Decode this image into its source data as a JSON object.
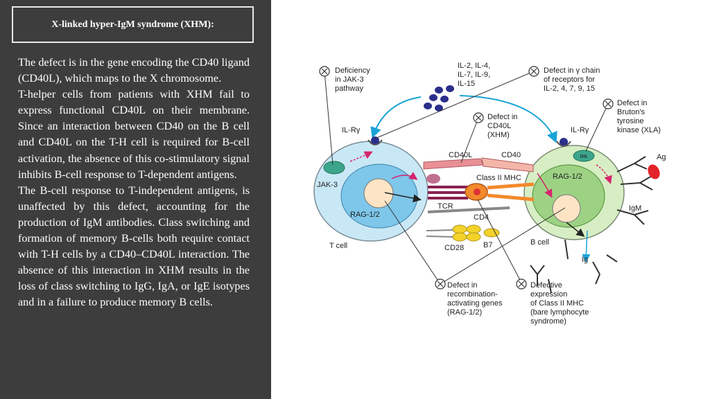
{
  "slide": {
    "title": "X-linked hyper-IgM syndrome (XHM):",
    "paragraphs": [
      "The defect is in the gene encoding the CD40 ligand (CD40L), which maps to the X chromosome.",
      "T-helper cells from patients with XHM fail to express functional CD40L on their membrane. Since an interaction between CD40 on the B cell and CD40L on the T-H cell is required for B-cell activation, the absence of this co-stimulatory signal inhibits B-cell response to T-dependent antigens.",
      "The B-cell response to T-independent antigens, is unaffected by this defect, accounting for the production of IgM antibodies. Class switching and formation of memory B-cells both require contact with T-H cells by a CD40–CD40L interaction. The absence of this interaction in XHM results in the loss of class switching to IgG, IgA, or IgE isotypes and in a failure to produce memory B cells."
    ]
  },
  "figure": {
    "defect_jak3": [
      "Deficiency",
      "in JAK-3",
      "pathway"
    ],
    "cytokines": [
      "IL-2, IL-4,",
      "IL-7, IL-9,",
      "IL-15"
    ],
    "defect_gamma": [
      "Defect in γ chain",
      "of receptors for",
      "IL-2, 4, 7, 9, 15"
    ],
    "defect_cd40l": [
      "Defect in",
      "CD40L",
      "(XHM)"
    ],
    "defect_btk": [
      "Defect in",
      "Bruton's",
      "tyrosine",
      "kinase (XLA)"
    ],
    "il_r_left": "IL-Rγ",
    "il_r_right": "IL-Rγ",
    "cd40l": "CD40L",
    "cd40": "CD40",
    "btk": "Btk",
    "ag": "Ag",
    "jak3": "JAK-3",
    "class_ii_mhc": "Class II MHC",
    "rag_left": "RAG-1/2",
    "rag_right": "RAG-1/2",
    "tcr": "TCR",
    "cd4": "CD4",
    "igm": "IgM",
    "b7": "B7",
    "cd28": "CD28",
    "b_cell": "B cell",
    "t_cell": "T cell",
    "ig": "Ig",
    "defect_rag": [
      "Defect in",
      "recombination-",
      "activating genes",
      "(RAG-1/2)"
    ],
    "defect_mhc": [
      "Defective",
      "expression",
      "of Class II MHC",
      "(bare lymphocyte",
      "syndrome)"
    ]
  }
}
